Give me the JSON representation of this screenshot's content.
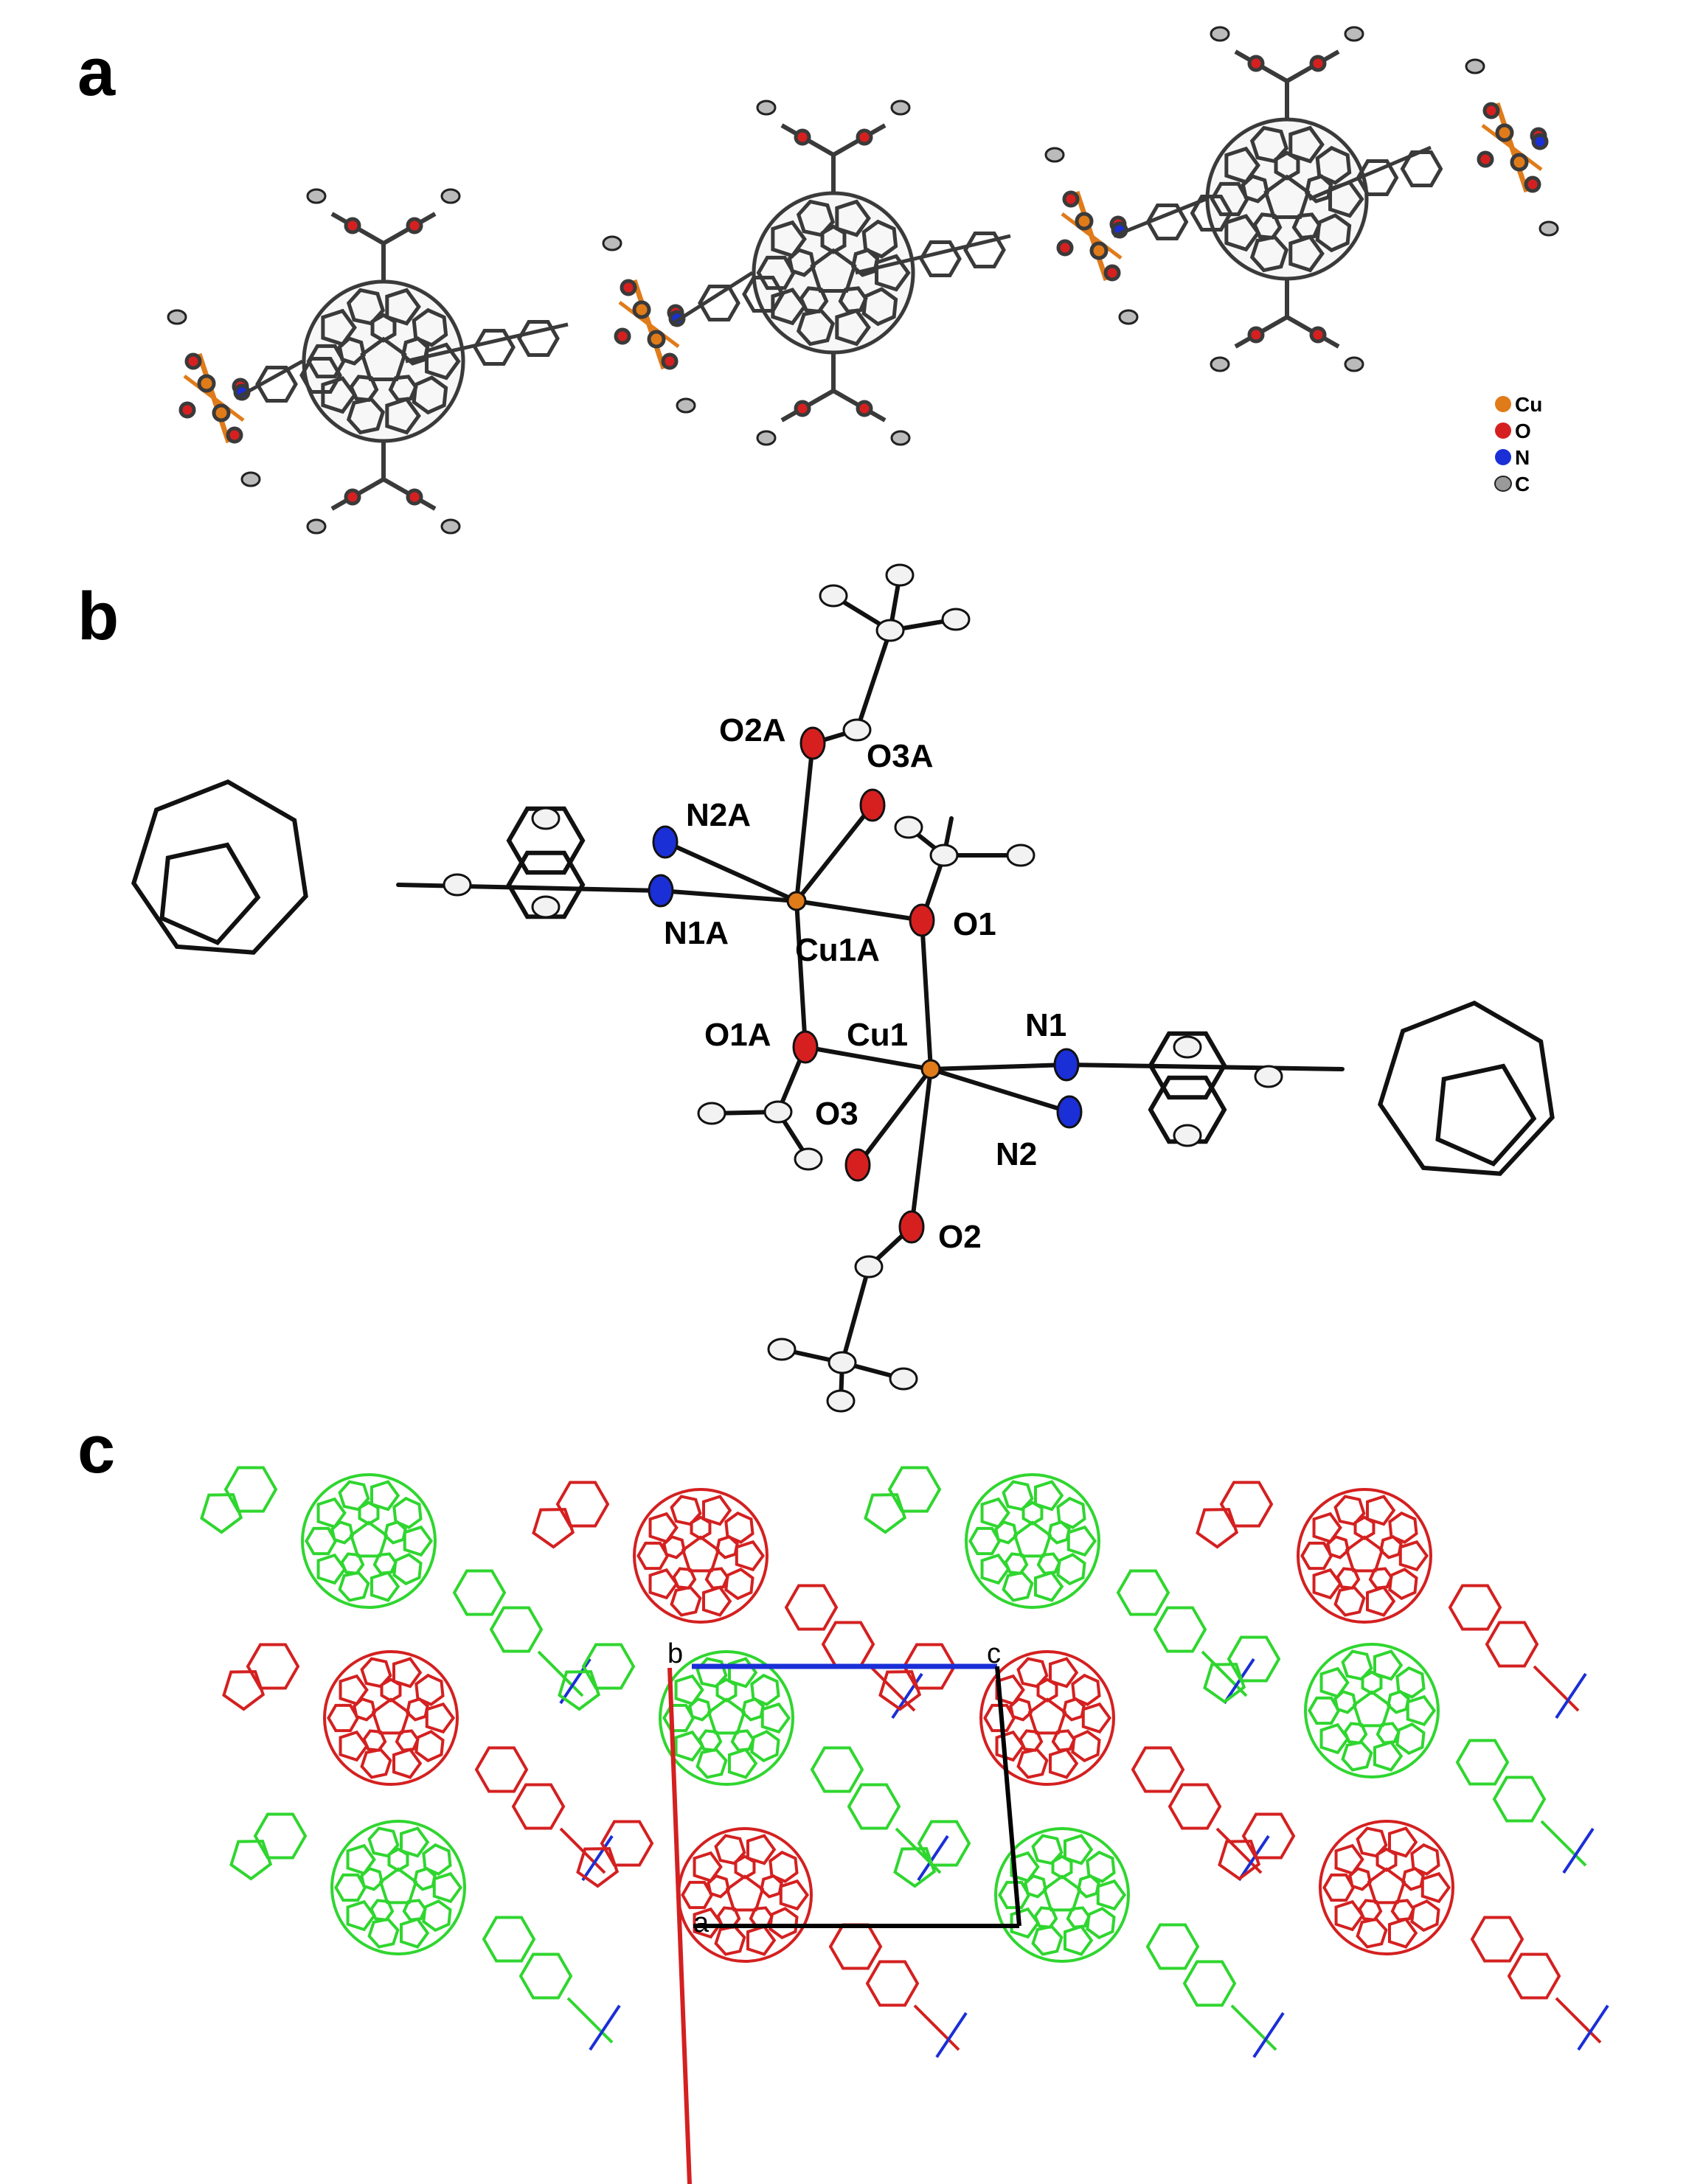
{
  "panels": {
    "a": {
      "letter": "a"
    },
    "b": {
      "letter": "b"
    },
    "c": {
      "letter": "c"
    }
  },
  "legend": [
    {
      "label": "Cu",
      "color": "#e07b1a"
    },
    {
      "label": "O",
      "color": "#d62020"
    },
    {
      "label": "N",
      "color": "#1a2fd6"
    },
    {
      "label": "C",
      "color": "#9a9a9a"
    }
  ],
  "atom_labels": {
    "o2a": "O2A",
    "o3a": "O3A",
    "n2a": "N2A",
    "n1a": "N1A",
    "cu1a": "Cu1A",
    "o1": "O1",
    "o1a": "O1A",
    "cu1": "Cu1",
    "n1": "N1",
    "n2": "N2",
    "o3": "O3",
    "o2": "O2"
  },
  "unit_cell": {
    "b": "b",
    "c": "c",
    "a": "a"
  },
  "colors": {
    "cu": "#e07b1a",
    "o": "#d62020",
    "n": "#1a2fd6",
    "c": "#9a9a9a",
    "packing_red": "#d42020",
    "packing_green": "#2fd62f",
    "axis_a": "#d42020",
    "axis_c": "#1a2fd6"
  }
}
